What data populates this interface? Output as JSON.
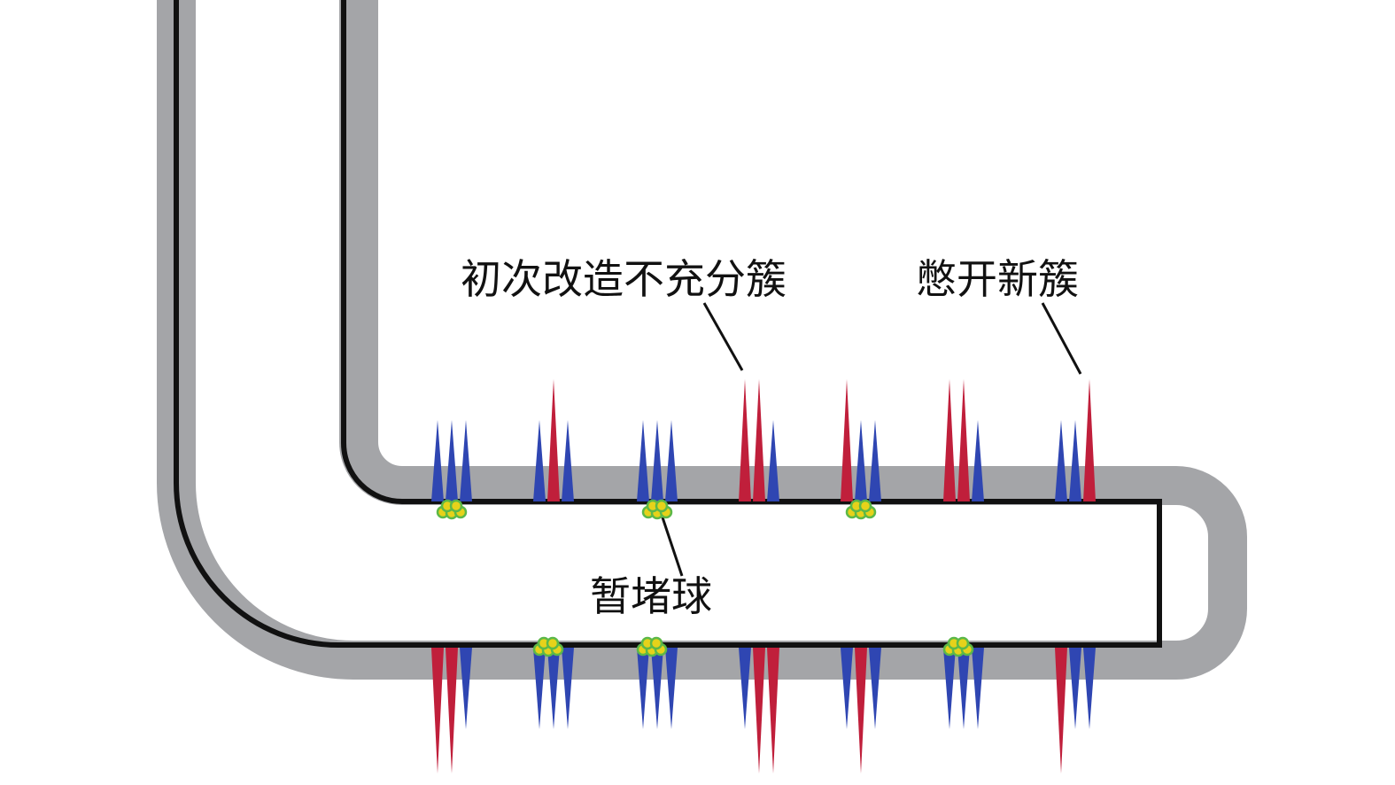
{
  "labels": {
    "insufficient_clusters": "初次改造不充分簇",
    "new_clusters": "憋开新簇",
    "diverting_balls": "暂堵球"
  },
  "colors": {
    "casing_gray": "#a4a5a8",
    "wellbore_line": "#111111",
    "fracture_blue": "#2f46b2",
    "fracture_red": "#c01f3b",
    "ball_yellow": "#e6d21a",
    "ball_green": "#5cb848"
  },
  "clusters": {
    "upper": [
      {
        "fractures": [
          "blue",
          "blue",
          "blue"
        ],
        "ball": true
      },
      {
        "fractures": [
          "blue",
          "red",
          "blue"
        ],
        "ball": false
      },
      {
        "fractures": [
          "blue",
          "blue",
          "blue"
        ],
        "ball": true
      },
      {
        "fractures": [
          "red",
          "red",
          "blue"
        ],
        "ball": false
      },
      {
        "fractures": [
          "red",
          "blue",
          "blue"
        ],
        "ball": true
      },
      {
        "fractures": [
          "red",
          "red",
          "blue"
        ],
        "ball": false
      },
      {
        "fractures": [
          "blue",
          "blue",
          "red"
        ],
        "ball": false
      }
    ],
    "lower": [
      {
        "fractures": [
          "red",
          "red",
          "blue"
        ],
        "ball": false
      },
      {
        "fractures": [
          "blue",
          "blue",
          "blue"
        ],
        "ball": true
      },
      {
        "fractures": [
          "blue",
          "blue",
          "blue"
        ],
        "ball": true
      },
      {
        "fractures": [
          "blue",
          "red",
          "red"
        ],
        "ball": false
      },
      {
        "fractures": [
          "blue",
          "red",
          "blue"
        ],
        "ball": false
      },
      {
        "fractures": [
          "blue",
          "blue",
          "blue"
        ],
        "ball": true
      },
      {
        "fractures": [
          "red",
          "blue",
          "blue"
        ],
        "ball": false
      }
    ]
  }
}
